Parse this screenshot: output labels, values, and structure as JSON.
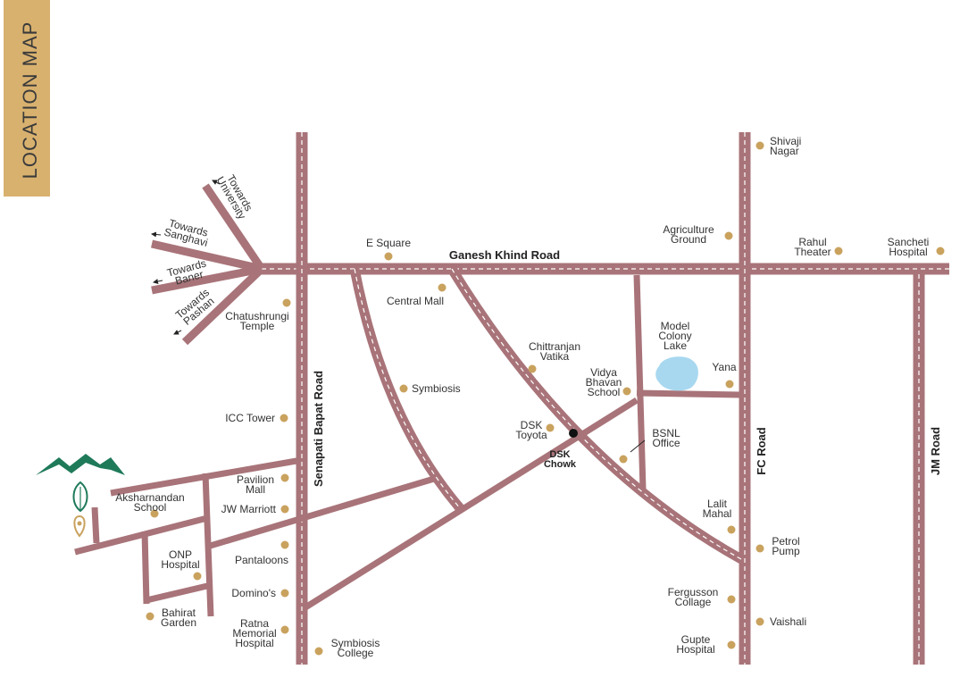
{
  "banner": {
    "title": "LOCATION MAP",
    "color": "#d8b16f"
  },
  "colors": {
    "road": "#a87479",
    "road_line": "#ffffff",
    "poi_dot": "#c9a25e",
    "lake": "#a8d8f0",
    "logo_green": "#1f7a5a",
    "logo_gold": "#c9a25e"
  },
  "roads": {
    "ganesh_khind": "Ganesh Khind Road",
    "senapati_bapat": "Senapati Bapat Road",
    "fc_road": "FC Road",
    "jm_road": "JM Road"
  },
  "junction": {
    "label": [
      "DSK",
      "Chowk"
    ]
  },
  "directions": [
    {
      "id": "university",
      "lines": [
        "Towards",
        "University"
      ]
    },
    {
      "id": "sanghavi",
      "lines": [
        "Towards",
        "Sanghavi"
      ]
    },
    {
      "id": "baner",
      "lines": [
        "Towards",
        "Baner"
      ]
    },
    {
      "id": "pashan",
      "lines": [
        "Towards",
        "Pashan"
      ]
    }
  ],
  "places": [
    {
      "id": "e-square",
      "lines": [
        "E Square"
      ]
    },
    {
      "id": "central-mall",
      "lines": [
        "Central Mall"
      ]
    },
    {
      "id": "chatushrungi",
      "lines": [
        "Chatushrungi",
        "Temple"
      ]
    },
    {
      "id": "symbiosis",
      "lines": [
        "Symbiosis"
      ]
    },
    {
      "id": "icc-tower",
      "lines": [
        "ICC Tower"
      ]
    },
    {
      "id": "chittranjan",
      "lines": [
        "Chittranjan",
        "Vatika"
      ]
    },
    {
      "id": "dsk-toyota",
      "lines": [
        "DSK",
        "Toyota"
      ]
    },
    {
      "id": "vidya-bhavan",
      "lines": [
        "Vidya",
        "Bhavan",
        "School"
      ]
    },
    {
      "id": "model-colony-lake",
      "lines": [
        "Model",
        "Colony",
        "Lake"
      ]
    },
    {
      "id": "yana",
      "lines": [
        "Yana"
      ]
    },
    {
      "id": "bsnl",
      "lines": [
        "BSNL",
        "Office"
      ]
    },
    {
      "id": "agriculture",
      "lines": [
        "Agriculture",
        "Ground"
      ]
    },
    {
      "id": "shivaji",
      "lines": [
        "Shivaji",
        "Nagar"
      ]
    },
    {
      "id": "rahul",
      "lines": [
        "Rahul",
        "Theater"
      ]
    },
    {
      "id": "sancheti",
      "lines": [
        "Sancheti",
        "Hospital"
      ]
    },
    {
      "id": "pavilion",
      "lines": [
        "Pavilion",
        "Mall"
      ]
    },
    {
      "id": "jw-marriott",
      "lines": [
        "JW Marriott"
      ]
    },
    {
      "id": "pantaloons",
      "lines": [
        "Pantaloons"
      ]
    },
    {
      "id": "dominos",
      "lines": [
        "Domino's"
      ]
    },
    {
      "id": "ratna",
      "lines": [
        "Ratna",
        "Memorial",
        "Hospital"
      ]
    },
    {
      "id": "symbiosis-college",
      "lines": [
        "Symbiosis",
        "College"
      ]
    },
    {
      "id": "aksharnandan",
      "lines": [
        "Aksharnandan",
        "School"
      ]
    },
    {
      "id": "onp",
      "lines": [
        "ONP",
        "Hospital"
      ]
    },
    {
      "id": "bahirat",
      "lines": [
        "Bahirat",
        "Garden"
      ]
    },
    {
      "id": "lalit-mahal",
      "lines": [
        "Lalit",
        "Mahal"
      ]
    },
    {
      "id": "petrol-pump",
      "lines": [
        "Petrol",
        "Pump"
      ]
    },
    {
      "id": "fergusson",
      "lines": [
        "Fergusson",
        "Collage"
      ]
    },
    {
      "id": "vaishali",
      "lines": [
        "Vaishali"
      ]
    },
    {
      "id": "gupte",
      "lines": [
        "Gupte",
        "Hospital"
      ]
    }
  ]
}
